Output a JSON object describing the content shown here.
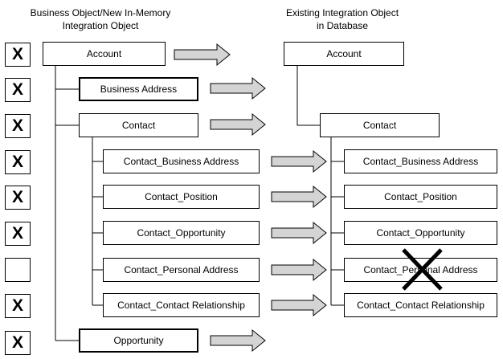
{
  "left_header": {
    "line1": "Business Object/New In-Memory",
    "line2": "Integration Object"
  },
  "right_header": {
    "line1": "Existing Integration Object",
    "line2": "in Database"
  },
  "check_mark": "X",
  "empty_mark": "",
  "left_nodes": {
    "account": "Account",
    "business_address": "Business Address",
    "contact": "Contact",
    "contact_business_address": "Contact_Business Address",
    "contact_position": "Contact_Position",
    "contact_opportunity": "Contact_Opportunity",
    "contact_personal_address": "Contact_Personal Address",
    "contact_contact_relationship": "Contact_Contact Relationship",
    "opportunity": "Opportunity"
  },
  "right_nodes": {
    "account": "Account",
    "contact": "Contact",
    "contact_business_address": "Contact_Business Address",
    "contact_position": "Contact_Position",
    "contact_opportunity": "Contact_Opportunity",
    "contact_personal_address": "Contact_Personal Address",
    "contact_contact_relationship": "Contact_Contact Relationship"
  },
  "colors": {
    "arrow_fill": "#d4d4d4",
    "line": "#000000"
  }
}
